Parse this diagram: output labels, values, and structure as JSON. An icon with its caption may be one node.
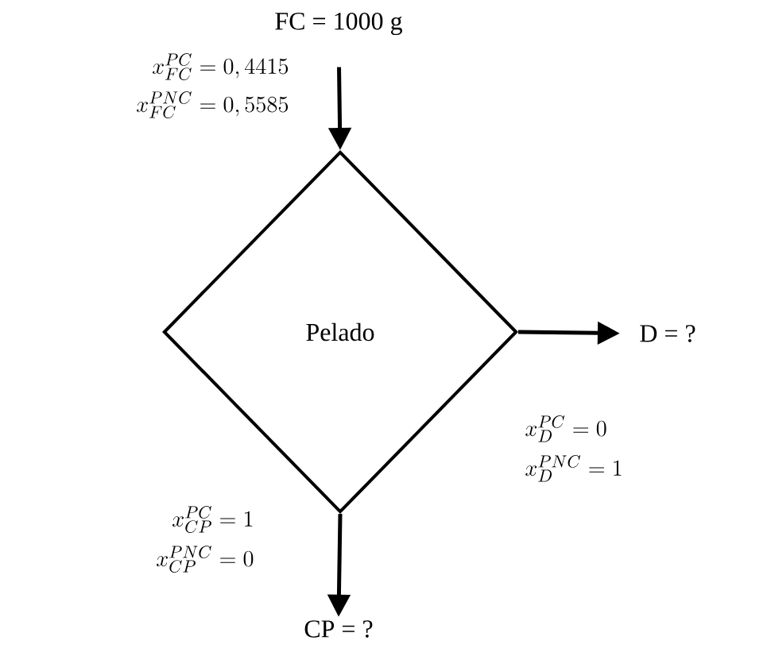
{
  "diagram": {
    "nodes": [
      {
        "text": [
          "FC = 1000 g"
        ]
      },
      {
        "text": [
          "Pelado"
        ]
      },
      {
        "text": [
          "D = ?"
        ]
      },
      {
        "text": [
          "CP = ?"
        ]
      }
    ],
    "edges": [
      {
        "from": 0,
        "to": 1,
        "arrow": "to"
      },
      {
        "from": 1,
        "to": 2,
        "arrow": "to"
      },
      {
        "from": 1,
        "to": 3,
        "arrow": "to"
      }
    ],
    "labels": [
      "x_{FC}^{PC} = 0,4415",
      "x_{FC}^{PNC} = 0,5585",
      "x_{D}^{PC} = 0",
      "x_{D}^{PNC} = 1",
      "x_{CP}^{PC} = 1",
      "x_{CP}^{PNC} = 0"
    ]
  }
}
